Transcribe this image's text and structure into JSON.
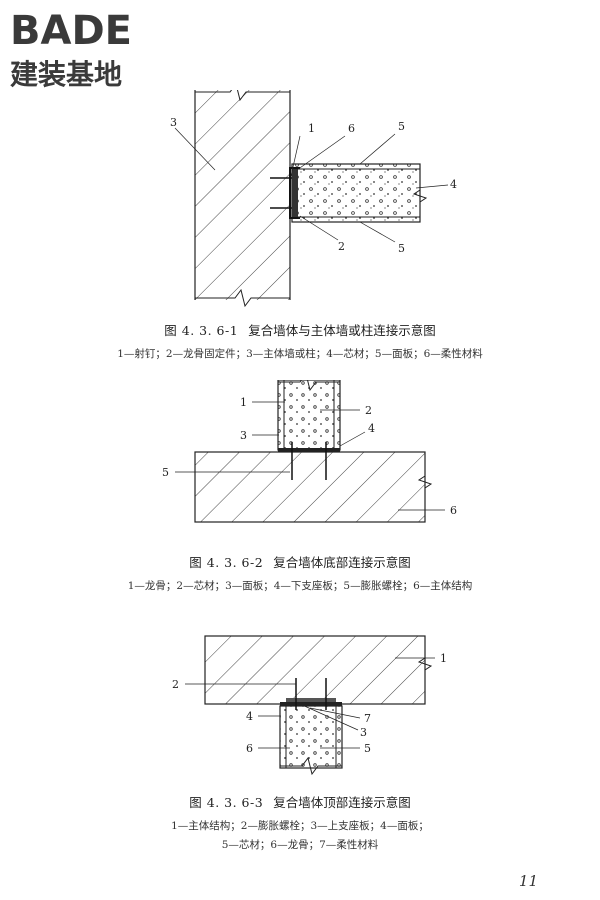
{
  "brand": {
    "name": "BADE",
    "subtitle": "建装基地"
  },
  "figures": [
    {
      "number": "图 4. 3. 6-1",
      "title": "复合墙体与主体墙或柱连接示意图",
      "legend": "1—射钉；2—龙骨固定件；3—主体墙或柱；4—芯材；5—面板；6—柔性材料",
      "callouts": [
        "1",
        "6",
        "5",
        "4",
        "3",
        "2",
        "5"
      ]
    },
    {
      "number": "图 4. 3. 6-2",
      "title": "复合墙体底部连接示意图",
      "legend": "1—龙骨；2—芯材；3—面板；4—下支座板；5—膨胀螺栓；6—主体结构",
      "callouts": [
        "1",
        "2",
        "3",
        "4",
        "5",
        "6"
      ]
    },
    {
      "number": "图 4. 3. 6-3",
      "title": "复合墙体顶部连接示意图",
      "legend_lines": [
        "1—主体结构；2—膨胀螺栓；3—上支座板；4—面板；",
        "5—芯材；6—龙骨；7—柔性材料"
      ],
      "callouts": [
        "1",
        "2",
        "7",
        "3",
        "4",
        "5",
        "6"
      ]
    }
  ],
  "page_number": "11"
}
